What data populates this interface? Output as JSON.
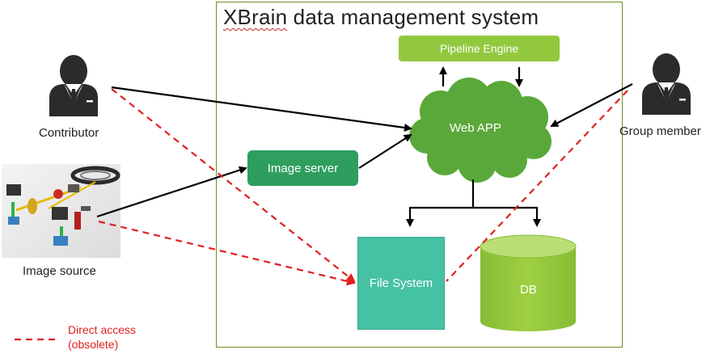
{
  "title": {
    "prefix": "XBrain",
    "rest": " data management system"
  },
  "nodes": {
    "pipeline": "Pipeline Engine",
    "webapp": "Web APP",
    "image_server": "Image server",
    "file_system": "File System",
    "db": "DB"
  },
  "actors": {
    "contributor": "Contributor",
    "group_member": "Group member",
    "image_source": "Image source"
  },
  "legend": {
    "line1": "Direct access",
    "line2": "(obsolete)"
  },
  "colors": {
    "frame": "#6b8e23",
    "pipeline": "#92c83e",
    "webapp": "#5aa83a",
    "image_server": "#2e9e5e",
    "file_system": "#45c1a4",
    "db": "#92c83e",
    "direct_access": "#e02020",
    "arrow": "#000000"
  },
  "icons": [
    "person-icon",
    "microscope-image"
  ]
}
